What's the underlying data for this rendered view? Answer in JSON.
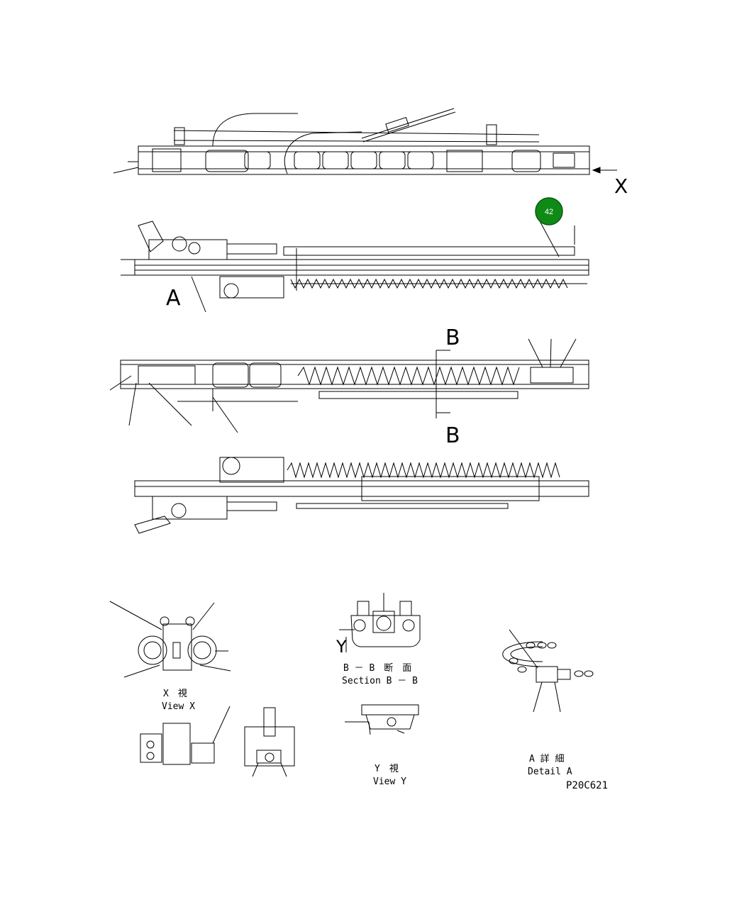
{
  "callout": {
    "number": "42",
    "color": "#0f8a17",
    "stroke": "#0a5c0f"
  },
  "labels": {
    "X": "X",
    "A": "A",
    "B_top": "B",
    "B_bottom": "B",
    "Y": "Y"
  },
  "views": {
    "view_x_jp": "X　視",
    "view_x_en": "View X",
    "section_bb_jp": "B － B　断　面",
    "section_bb_en": "Section B － B",
    "view_y_jp": "Y　視",
    "view_y_en": "View Y",
    "detail_a_jp": "A 詳 細",
    "detail_a_en": "Detail A"
  },
  "drawing_number": "P20C621"
}
